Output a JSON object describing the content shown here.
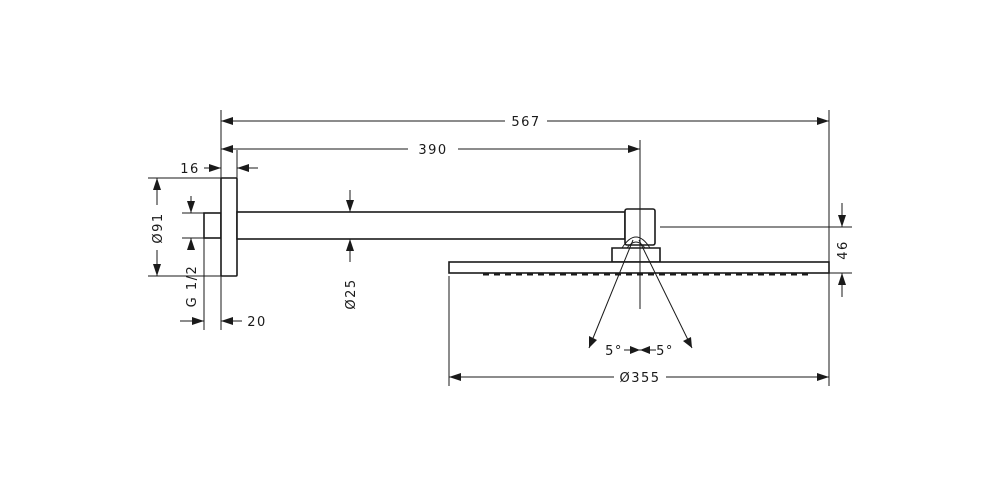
{
  "dimensions": {
    "overall_length": "567",
    "arm_length": "390",
    "flange_depth": "16",
    "flange_diameter": "Ø91",
    "thread": "G 1/2",
    "wall_offset": "20",
    "arm_diameter": "Ø25",
    "head_height": "46",
    "tilt_left": "5°",
    "tilt_right": "5°",
    "head_diameter": "Ø355"
  },
  "colors": {
    "line": "#1a1a1a",
    "background": "#ffffff"
  }
}
